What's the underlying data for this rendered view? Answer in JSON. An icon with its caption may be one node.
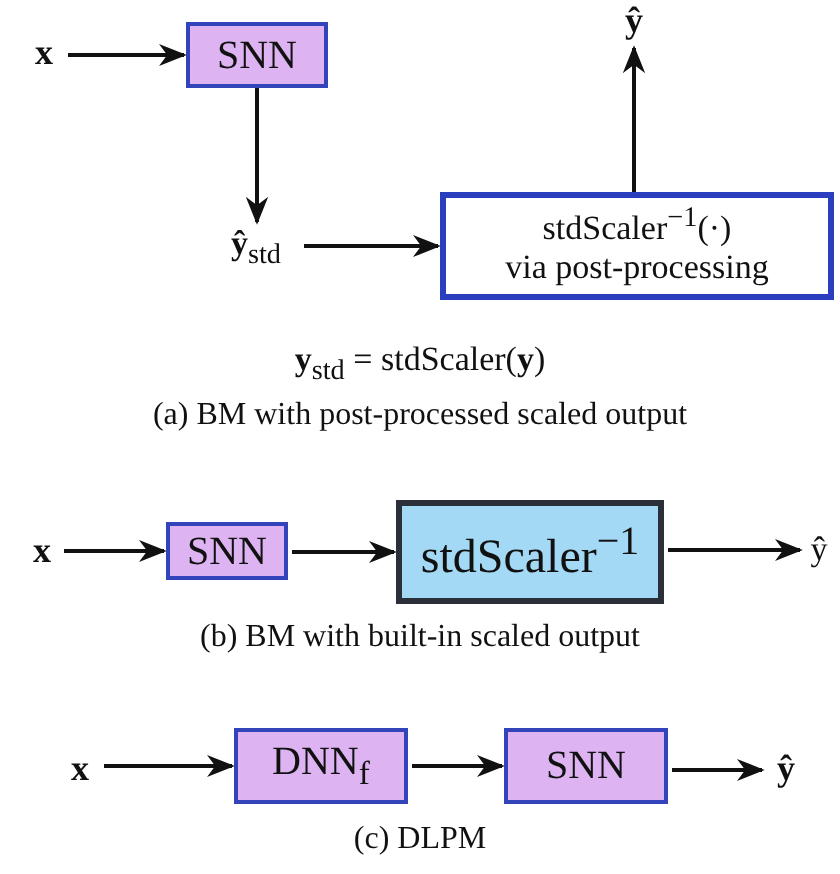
{
  "diagram": {
    "nodes": [
      {
        "text": [
          "x"
        ]
      },
      {
        "text": [
          "SNN"
        ]
      },
      {
        "text": [
          "**ŷ**$_{std}$"
        ]
      },
      {
        "text": [
          "stdScaler$^{−1}$(·)",
          "via post-processing"
        ]
      },
      {
        "text": [
          "ŷ"
        ]
      },
      {
        "text": [
          "x"
        ]
      },
      {
        "text": [
          "SNN"
        ]
      },
      {
        "text": [
          "stdScaler$^{−1}$"
        ]
      },
      {
        "text": [
          "ŷ"
        ]
      },
      {
        "text": [
          "x"
        ]
      },
      {
        "text": [
          "DNN$_{f}$"
        ]
      },
      {
        "text": [
          "SNN"
        ]
      },
      {
        "text": [
          "ŷ"
        ]
      }
    ],
    "edges": [
      {
        "from": 0,
        "to": 1,
        "arrow": "to"
      },
      {
        "from": 1,
        "to": 2,
        "arrow": "to"
      },
      {
        "from": 2,
        "to": 3,
        "arrow": "to"
      },
      {
        "from": 3,
        "to": 4,
        "arrow": "to"
      },
      {
        "from": 5,
        "to": 6,
        "arrow": "to"
      },
      {
        "from": 6,
        "to": 7,
        "arrow": "to"
      },
      {
        "from": 7,
        "to": 8,
        "arrow": "to"
      },
      {
        "from": 9,
        "to": 10,
        "arrow": "to"
      },
      {
        "from": 10,
        "to": 11,
        "arrow": "to"
      },
      {
        "from": 11,
        "to": 12,
        "arrow": "to"
      }
    ],
    "labels": [
      "**y**$_{std}$ = stdScaler(**y**)",
      "(a) BM with post-processed scaled output",
      "(b) BM with built-in scaled output",
      "(c) DLPM"
    ]
  }
}
